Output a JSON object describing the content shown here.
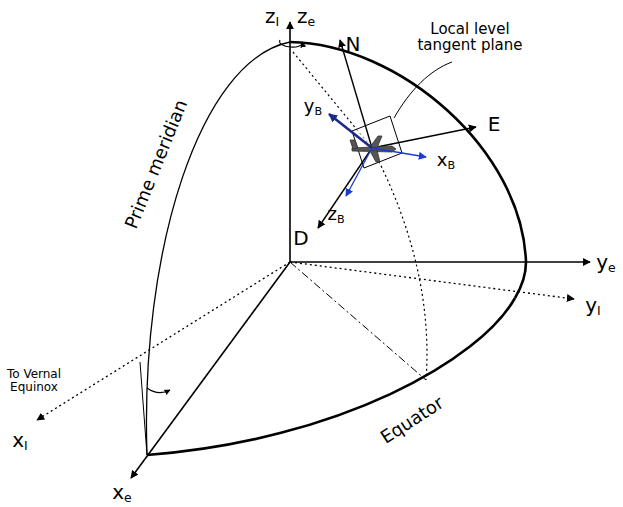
{
  "diagram": {
    "labels": [
      "zI",
      "ze",
      "N",
      "Local level tangent plane",
      "E",
      "yB",
      "xB",
      "zB",
      "D",
      "Prime meridian",
      "ye",
      "yI",
      "To Vernal Equinox",
      "xI",
      "Equator",
      "xe"
    ]
  }
}
